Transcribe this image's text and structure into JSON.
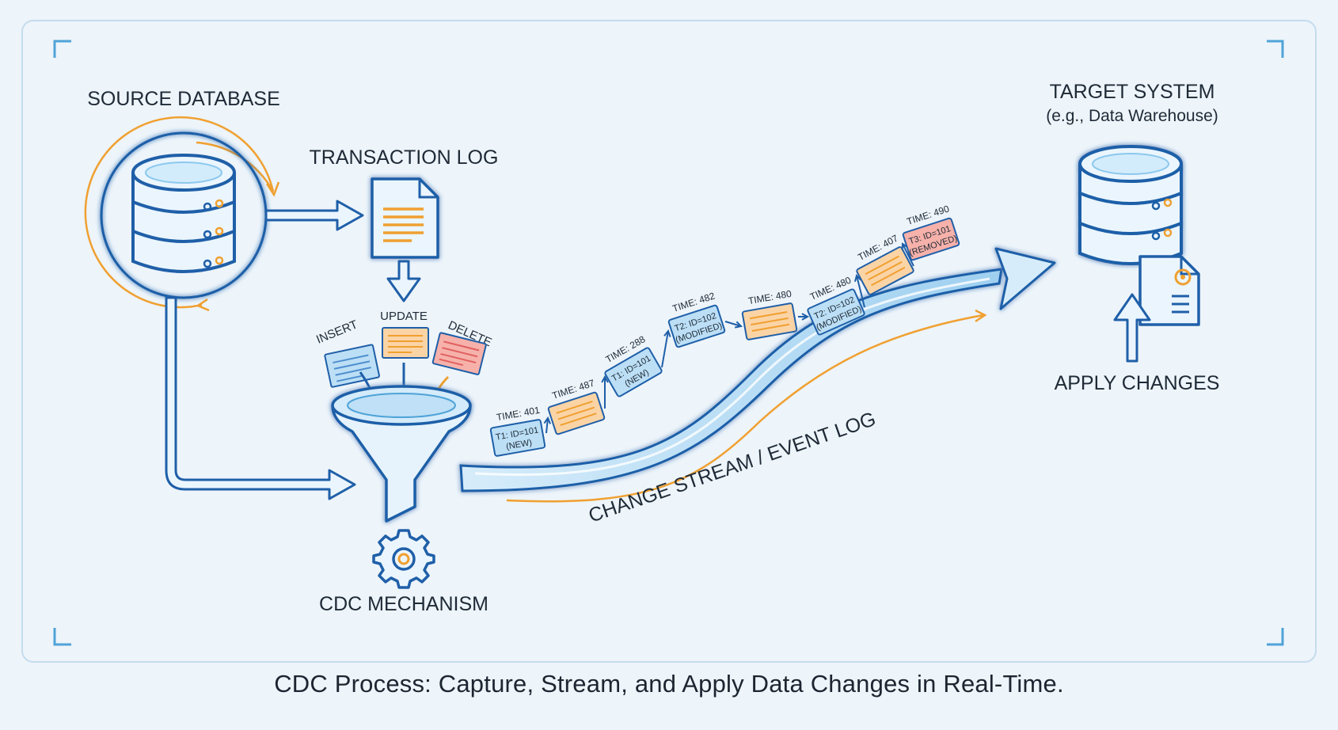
{
  "source": {
    "title": "SOURCE DATABASE"
  },
  "log": {
    "title": "TRANSACTION LOG"
  },
  "ops": {
    "insert": "INSERT",
    "update": "UPDATE",
    "delete": "DELETE"
  },
  "cdc": {
    "title": "CDC MECHANISM"
  },
  "stream": {
    "title": "CHANGE STREAM / EVENT LOG"
  },
  "target": {
    "title": "TARGET SYSTEM",
    "subtitle": "(e.g., Data Warehouse)",
    "apply": "APPLY CHANGES"
  },
  "events": [
    {
      "time": "TIME: 401",
      "line1": "T1: ID=101",
      "line2": "(NEW)",
      "kind": "new"
    },
    {
      "time": "TIME: 487",
      "line1": "",
      "line2": "",
      "kind": "update"
    },
    {
      "time": "TIME: 288",
      "line1": "T1: ID=101",
      "line2": "(NEW)",
      "kind": "new"
    },
    {
      "time": "TIME: 482",
      "line1": "T2: ID=102",
      "line2": "(MODIFIED)",
      "kind": "new"
    },
    {
      "time": "TIME: 480",
      "line1": "",
      "line2": "",
      "kind": "update"
    },
    {
      "time": "TIME: 480",
      "line1": "T2: ID=102",
      "line2": "(MODIFIED)",
      "kind": "new"
    },
    {
      "time": "TIME: 407",
      "line1": "",
      "line2": "",
      "kind": "update"
    },
    {
      "time": "TIME: 490",
      "line1": "T3: ID=101",
      "line2": "(REMOVED)",
      "kind": "delete"
    }
  ],
  "caption": "CDC Process: Capture, Stream, and Apply Data Changes in Real-Time.",
  "colors": {
    "blue": "#1f5fa8",
    "lightBlue": "#bfe0f6",
    "orange": "#f0a030",
    "red": "#e06060",
    "bg": "#edf4fa"
  }
}
